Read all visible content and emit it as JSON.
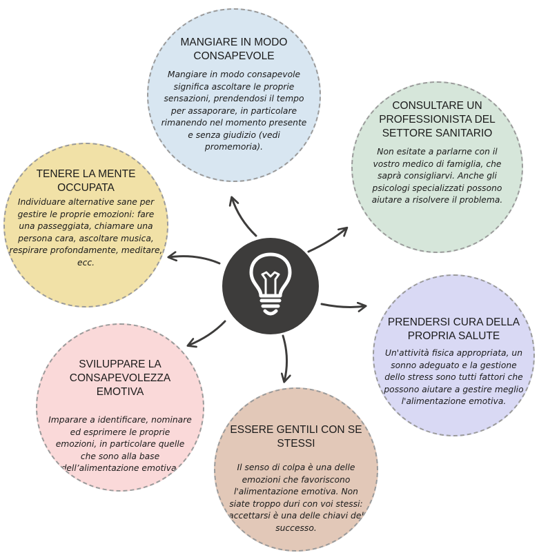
{
  "center": {
    "icon": "lightbulb-icon",
    "color": "#3d3c3b"
  },
  "bubbles": {
    "eating": {
      "title": "MANGIARE IN MODO CONSAPEVOLE",
      "text": "Mangiare in modo consapevole significa ascoltare le proprie sensazioni, prendendosi il tempo per assaporare, in particolare rimanendo nel momento presente e senza giudizio (vedi promemoria).",
      "color": "#d8e6f1"
    },
    "professional": {
      "title": "CONSULTARE UN PROFESSIONISTA DEL SETTORE SANITARIO",
      "text": "Non esitate a parlarne con il vostro medico di famiglia, che saprà consigliarvi. Anche gli psicologi specializzati possono aiutare a risolvere il problema.",
      "color": "#d6e6da"
    },
    "mind": {
      "title": "TENERE LA MENTE OCCUPATA",
      "text": "Individuare alternative sane per gestire le proprie emozioni: fare una passeggiata, chiamare una persona cara, ascoltare musica, respirare profondamente, meditare, ecc.",
      "color": "#f1e1a7"
    },
    "health": {
      "title": "PRENDERSI CURA DELLA PROPRIA SALUTE",
      "text": "Un'attività fisica appropriata, un sonno adeguato e la gestione dello stress sono tutti fattori che possono aiutare a gestire meglio l'alimentazione emotiva.",
      "color": "#d9d9f4"
    },
    "awareness": {
      "title": "SVILUPPARE LA CONSAPEVOLEZZA EMOTIVA",
      "text": "Imparare a identificare, nominare ed esprimere le proprie emozioni, in particolare quelle che sono alla base dell’alimentazione emotiva.",
      "color": "#fad9d9"
    },
    "kind": {
      "title": "ESSERE GENTILI CON SE STESSI",
      "text": "Il senso di colpa è una delle emozioni che favoriscono l'alimentazione emotiva. Non siate troppo duri con voi stessi: accettarsi è una delle chiavi del successo.",
      "color": "#e2c8b8"
    }
  }
}
